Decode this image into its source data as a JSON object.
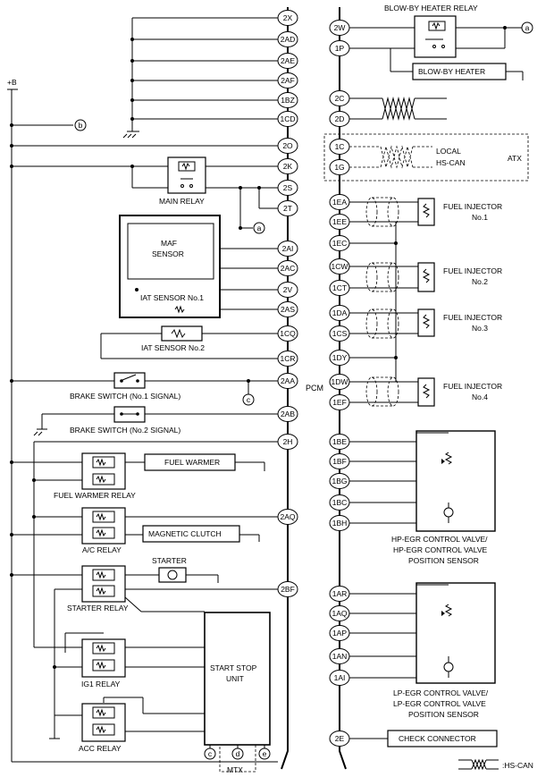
{
  "pcm_label": "PCM",
  "plus_b": "+B",
  "left_pins": [
    "2X",
    "2AD",
    "2AE",
    "2AF",
    "1BZ",
    "1CD",
    "2O",
    "2K",
    "2S",
    "2T",
    "2AI",
    "2AC",
    "2V",
    "2AS",
    "1CQ",
    "1CR",
    "2AA",
    "2AB",
    "2H",
    "2AQ",
    "2BF"
  ],
  "right_pins": [
    "2W",
    "1P",
    "2C",
    "2D",
    "1C",
    "1G",
    "1EA",
    "1EE",
    "1EC",
    "1CW",
    "1CT",
    "1DA",
    "1CS",
    "1DY",
    "1DW",
    "1EF",
    "1BE",
    "1BF",
    "1BG",
    "1BC",
    "1BH",
    "1AR",
    "1AQ",
    "1AP",
    "1AN",
    "1AI",
    "2E"
  ],
  "connectors": [
    "a",
    "b",
    "c",
    "d",
    "e"
  ],
  "components": {
    "blowby_relay": "BLOW-BY HEATER RELAY",
    "blowby_heater": "BLOW-BY HEATER",
    "local_hscan": [
      "LOCAL",
      "HS-CAN"
    ],
    "atx": "ATX",
    "main_relay": "MAIN RELAY",
    "maf_sensor": [
      "MAF",
      "SENSOR"
    ],
    "iat1": "IAT SENSOR No.1",
    "iat2": "IAT SENSOR No.2",
    "brake1": "BRAKE SWITCH (No.1 SIGNAL)",
    "brake2": "BRAKE SWITCH (No.2 SIGNAL)",
    "fuel_warmer": "FUEL WARMER",
    "fuel_warmer_relay": "FUEL WARMER RELAY",
    "ac_relay": "A/C RELAY",
    "magnetic_clutch": "MAGNETIC CLUTCH",
    "starter": "STARTER",
    "starter_relay": "STARTER RELAY",
    "ig1_relay": "IG1 RELAY",
    "acc_relay": "ACC RELAY",
    "start_stop_unit": [
      "START STOP",
      "UNIT"
    ],
    "mtx": "MTX",
    "injectors": [
      {
        "name": "FUEL INJECTOR",
        "num": "No.1"
      },
      {
        "name": "FUEL INJECTOR",
        "num": "No.2"
      },
      {
        "name": "FUEL INJECTOR",
        "num": "No.3"
      },
      {
        "name": "FUEL INJECTOR",
        "num": "No.4"
      }
    ],
    "hp_egr": [
      "HP-EGR CONTROL VALVE/",
      "HP-EGR CONTROL VALVE",
      "POSITION SENSOR"
    ],
    "lp_egr": [
      "LP-EGR CONTROL VALVE/",
      "LP-EGR CONTROL VALVE",
      "POSITION SENSOR"
    ],
    "check_connector": "CHECK CONNECTOR",
    "legend": ":HS-CAN"
  }
}
